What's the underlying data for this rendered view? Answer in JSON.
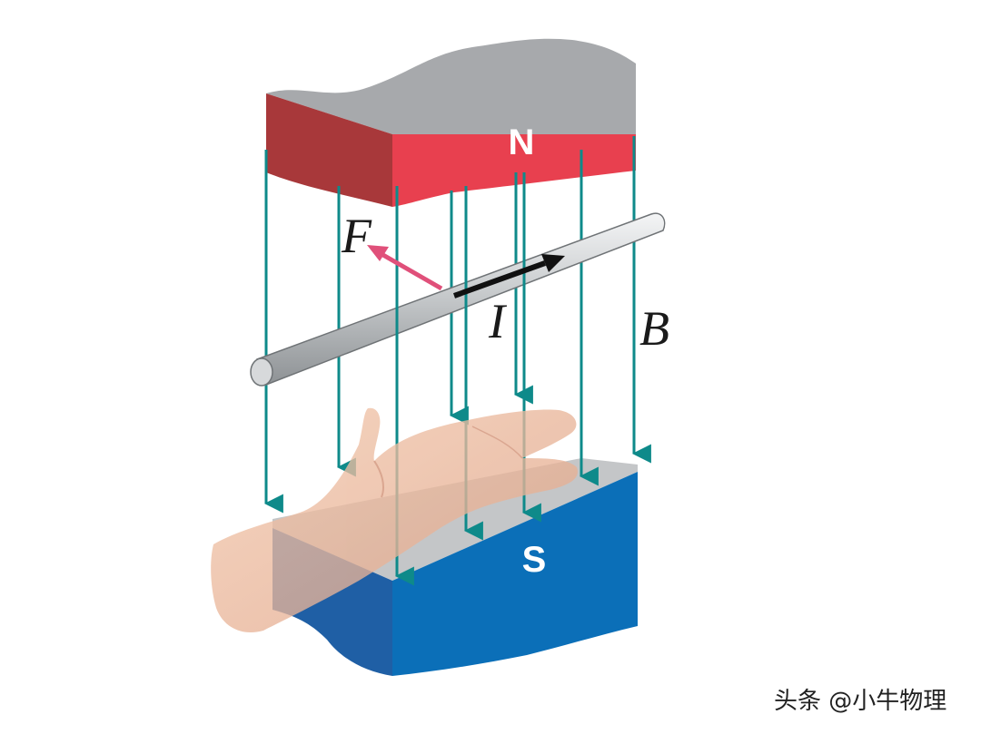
{
  "labels": {
    "north_pole": "N",
    "south_pole": "S",
    "force": "F",
    "current": "I",
    "field": "B"
  },
  "watermark": "头条 @小牛物理",
  "colors": {
    "north_face": "#e8404f",
    "north_side": "#a8383a",
    "magnet_top": "#a7a9ac",
    "south_face": "#0b6fb8",
    "south_side": "#1f5fa5",
    "field_lines": "#0e8a8a",
    "force_arrow": "#e0507a",
    "current_arrow": "#111111",
    "rod": "#c9ccce"
  },
  "icons": {
    "hand": "right-hand-illustration",
    "rod": "conductor-rod"
  }
}
